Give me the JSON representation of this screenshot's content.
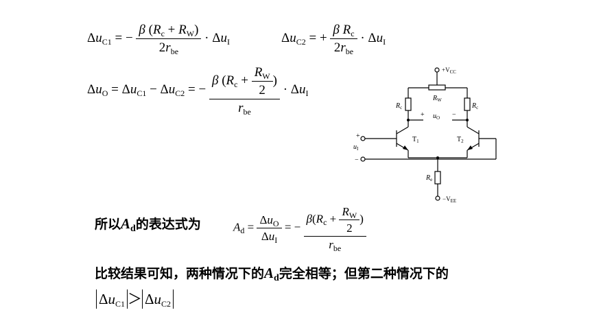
{
  "formula1": {
    "lhs_delta": "Δ",
    "lhs_var": "u",
    "lhs_sub": "C1",
    "eq": "= −",
    "num_beta": "β",
    "num_open": " (",
    "num_r1": "R",
    "num_r1_sub": "c",
    "num_plus": " + ",
    "num_r2": "R",
    "num_r2_sub": "W",
    "num_close": ")",
    "den_2": "2",
    "den_r": "r",
    "den_sub": "be",
    "tail_dot": " · Δ",
    "tail_var": "u",
    "tail_sub": "I"
  },
  "formula2": {
    "lhs_delta": "Δ",
    "lhs_var": "u",
    "lhs_sub": "C2",
    "eq": "= +",
    "num_beta": "β",
    "num_r": " R",
    "num_r_sub": "c",
    "den_2": "2",
    "den_r": "r",
    "den_sub": "be",
    "tail_dot": " · Δ",
    "tail_var": "u",
    "tail_sub": "I"
  },
  "formula3": {
    "lhs_delta": "Δ",
    "lhs_var": "u",
    "lhs_sub": "O",
    "mid1_delta": " = Δ",
    "mid1_var": "u",
    "mid1_sub": "C1",
    "mid2_delta": " − Δ",
    "mid2_var": "u",
    "mid2_sub": "C2",
    "eq": " = −",
    "num_beta": "β",
    "num_open": " (",
    "num_r1": "R",
    "num_r1_sub": "c",
    "num_plus": " + ",
    "inner_num_r": "R",
    "inner_num_sub": "W",
    "inner_den": "2",
    "num_close": ")",
    "den_r": "r",
    "den_sub": "be",
    "tail_dot": " · Δ",
    "tail_var": "u",
    "tail_sub": "I"
  },
  "text1": {
    "before": "所以",
    "A": "A",
    "d": "d",
    "after": "的表达式为"
  },
  "formula4": {
    "lhs": "A",
    "lhs_sub": "d",
    "eq": " = ",
    "frac_num_delta": "Δ",
    "frac_num_var": "u",
    "frac_num_sub": "O",
    "frac_den_delta": "Δ",
    "frac_den_var": "u",
    "frac_den_sub": "I",
    "eq2": " = −",
    "num_beta": "β",
    "num_open": "(",
    "num_r1": "R",
    "num_r1_sub": "c",
    "num_plus": " + ",
    "inner_num_r": "R",
    "inner_num_sub": "W",
    "inner_den": "2",
    "num_close": ")",
    "den_r": "r",
    "den_sub": "be"
  },
  "text2": {
    "before": "比较结果可知，两种情况下的",
    "A": "A",
    "d": "d",
    "after": "完全相等；但第二种情况下的"
  },
  "formula5": {
    "l_delta": "Δ",
    "l_var": "u",
    "l_sub": "C1",
    "gt": "＞",
    "r_delta": "Δ",
    "r_var": "u",
    "r_sub": "C2"
  },
  "circuit": {
    "vcc_label": "+V",
    "vcc_sub": "CC",
    "rw_label": "R",
    "rw_sub": "W",
    "rc_left": "R",
    "rc_left_sub": "c",
    "rc_right": "R",
    "rc_right_sub": "c",
    "plus": "+",
    "minus": "−",
    "uo_label": "u",
    "uo_sub": "O",
    "in_plus": "+",
    "in_minus": "−",
    "ui_label": "u",
    "ui_sub": "I",
    "t1": "T",
    "t1_sub": "1",
    "t2": "T",
    "t2_sub": "2",
    "re_label": "R",
    "re_sub": "e",
    "vee_label": "−V",
    "vee_sub": "EE"
  }
}
